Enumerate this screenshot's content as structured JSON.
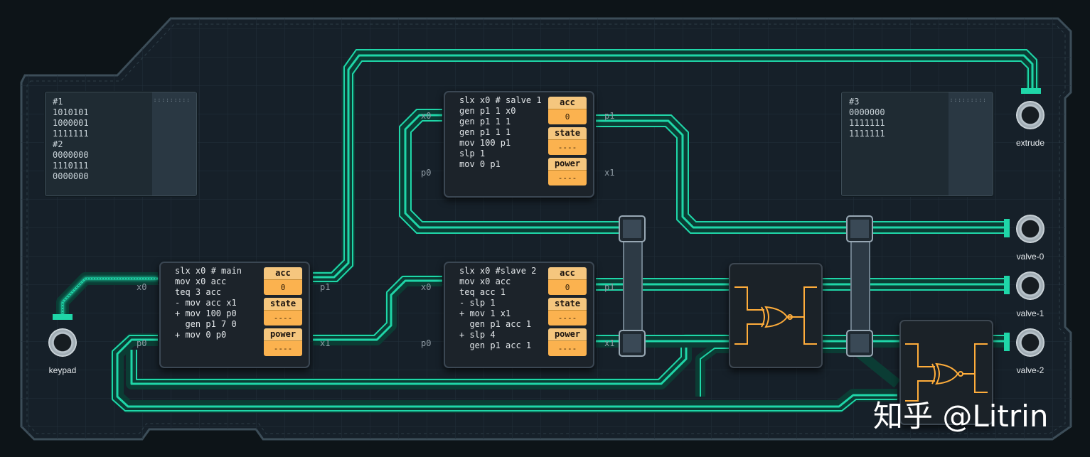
{
  "notes": [
    {
      "name": "note-1",
      "lines": [
        "#1",
        "1010101",
        "1000001",
        "1111111",
        "#2",
        "0000000",
        "1110111",
        "0000000"
      ]
    },
    {
      "name": "note-3",
      "lines": [
        "#3",
        "0000000",
        "1111111",
        "1111111"
      ]
    }
  ],
  "grip": ":::::::::",
  "chips": {
    "main": {
      "ports": [
        "x0",
        "p0",
        "p1",
        "x1"
      ],
      "code": [
        "slx x0 # main",
        "mov x0 acc",
        "teq 3 acc",
        "- mov acc x1",
        "+ mov 100 p0",
        "  gen p1 7 0",
        "+ mov 0 p0"
      ]
    },
    "salve": {
      "ports": [
        "x0",
        "p0",
        "p1",
        "x1"
      ],
      "code": [
        "slx x0 # salve 1",
        "gen p1 1 x0",
        "gen p1 1 1",
        "gen p1 1 1",
        "mov 100 p1",
        "slp 1",
        "mov 0 p1"
      ]
    },
    "slave2": {
      "ports": [
        "x0",
        "p0",
        "p1",
        "x1"
      ],
      "code": [
        "slx x0 #slave 2",
        "mov x0 acc",
        "teq acc 1",
        "- slp 1",
        "+ mov 1 x1",
        "  gen p1 acc 1",
        "+ slp 4",
        "  gen p1 acc 1"
      ]
    }
  },
  "registers": {
    "acc": "acc",
    "acc_value": "0",
    "state": "state",
    "state_value": "----",
    "power": "power",
    "power_value": "----"
  },
  "gates": [
    {
      "name": "xor-gate-1",
      "type": "XOR"
    },
    {
      "name": "xor-gate-2",
      "type": "XOR"
    }
  ],
  "jacks": {
    "keypad": "keypad",
    "extrude": "extrude",
    "valve0": "valve-0",
    "valve1": "valve-1",
    "valve2": "valve-2"
  },
  "watermark": "知乎 @Litrin",
  "colors": {
    "wire": "#1fd6a8",
    "register": "#fbb24f",
    "gate": "#ffad3b",
    "board": "#162029"
  }
}
